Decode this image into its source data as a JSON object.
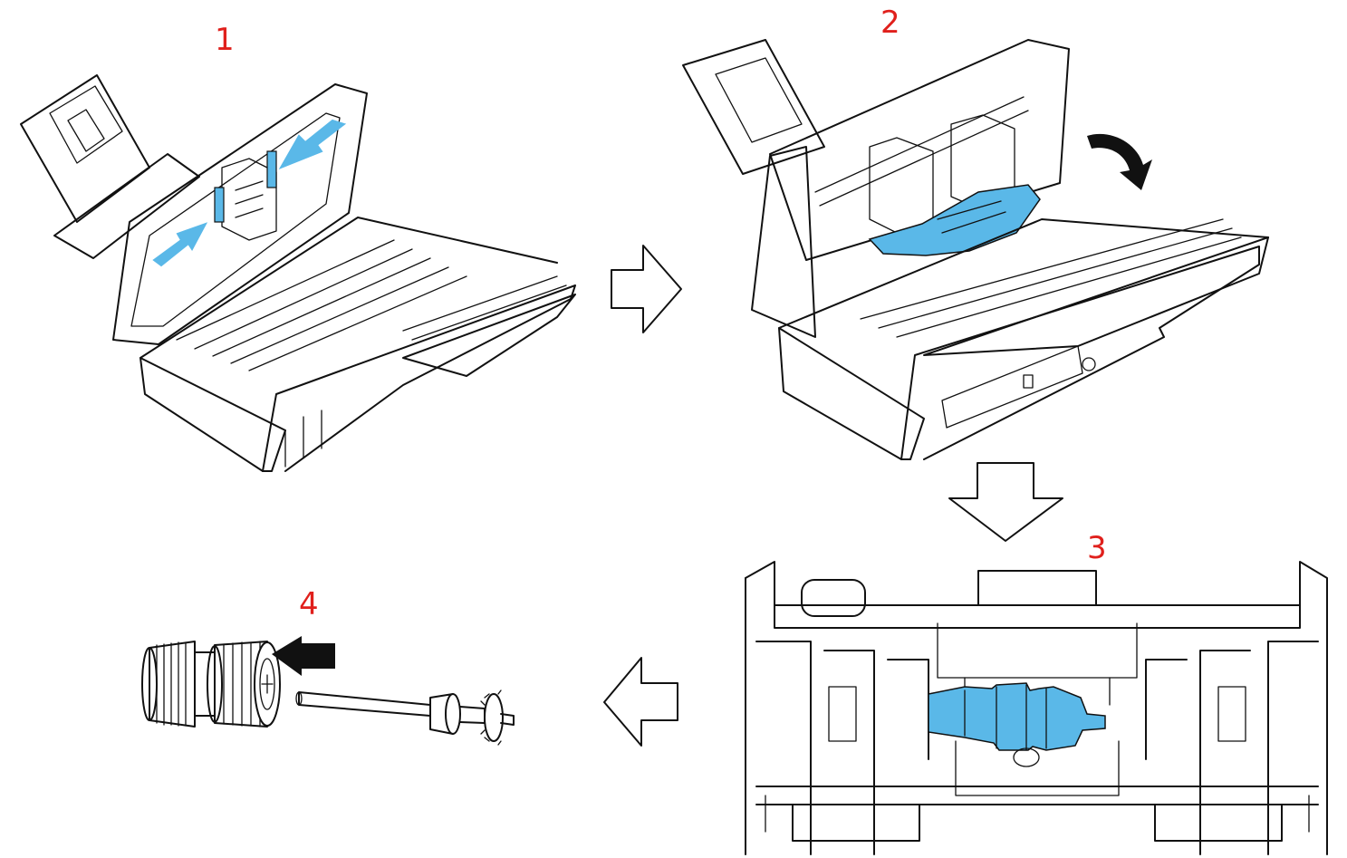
{
  "steps": [
    {
      "label": "1"
    },
    {
      "label": "2"
    },
    {
      "label": "3"
    },
    {
      "label": "4"
    }
  ],
  "colors": {
    "step_label": "#e0201c",
    "highlight": "#5ab8e8",
    "line": "#111111"
  },
  "icons": {
    "step1_left_arrow": "blue-arrow-icon",
    "step1_right_arrow": "blue-arrow-icon",
    "step2_arrow": "curved-arrow-icon",
    "step4_arrow": "left-arrow-icon",
    "flow_1_to_2": "right-outline-arrow-icon",
    "flow_2_to_3": "down-outline-arrow-icon",
    "flow_3_to_4": "left-outline-arrow-icon"
  }
}
